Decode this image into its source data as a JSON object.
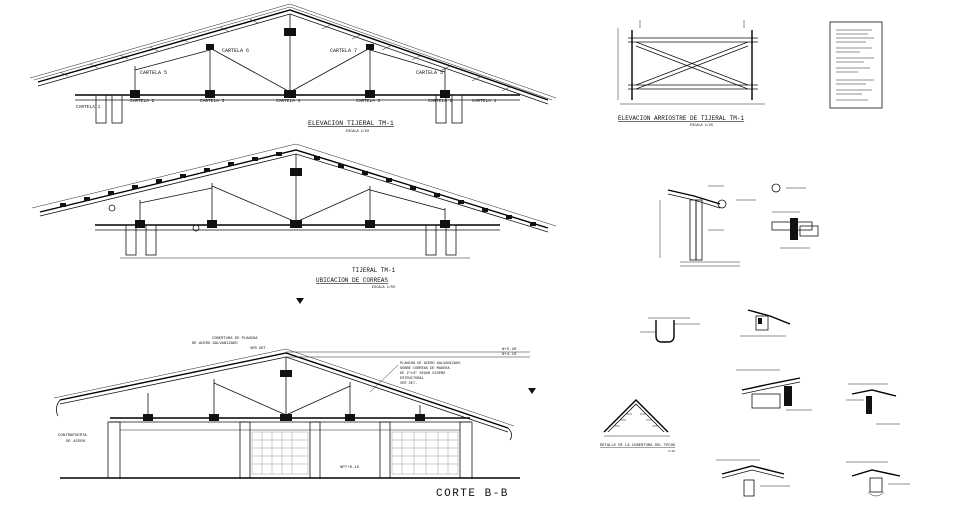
{
  "titles": {
    "elevacion_tm1": "ELEVACION TIJERAL TM-1",
    "elevacion_arriostre": "ELEVACION ARRIOSTRE DE TIJERAL TM-1",
    "tijeral_tm1": "TIJERAL TM-1",
    "ubicacion_correas": "UBICACION DE CORREAS",
    "corte_bb": "CORTE B-B",
    "detalle_cobertura": "DETALLE DE LA COBERTURA DEL TECHO"
  },
  "scales": {
    "escala_1": "ESCALA 1/50",
    "escala_2": "ESCALA 1/25",
    "escala_3": "ESCALA 1/50",
    "escala_4": "1/10"
  },
  "truss_labels": {
    "top": [
      "CARTELA 6",
      "CARTELA 7",
      "CARTELA 5",
      "CARTELA 5"
    ],
    "bottom": [
      "CARTELA 1",
      "CARTELA 2",
      "CARTELA 3",
      "CARTELA 4",
      "CARTELA 3",
      "CARTELA 2",
      "CARTELA 1"
    ]
  },
  "section_notes": {
    "cobertura": [
      "COBERTURA DE PLANCHA",
      "DE ACERO GALVANIZADO",
      "VER DET."
    ],
    "plancha": [
      "PLANCHA DE ACERO GALVANIZADO",
      "SOBRE CORREAS DE MADERA",
      "DE 2\"x3\" SEGUN DISEÑO",
      "ESTRUCTURAL",
      "VER DET."
    ],
    "contrapuerta": [
      "CONTRAPUERTA",
      "DE ACERO"
    ],
    "levels": [
      "N+5.20",
      "N+4.10"
    ],
    "floor": "NPT+0.15"
  }
}
